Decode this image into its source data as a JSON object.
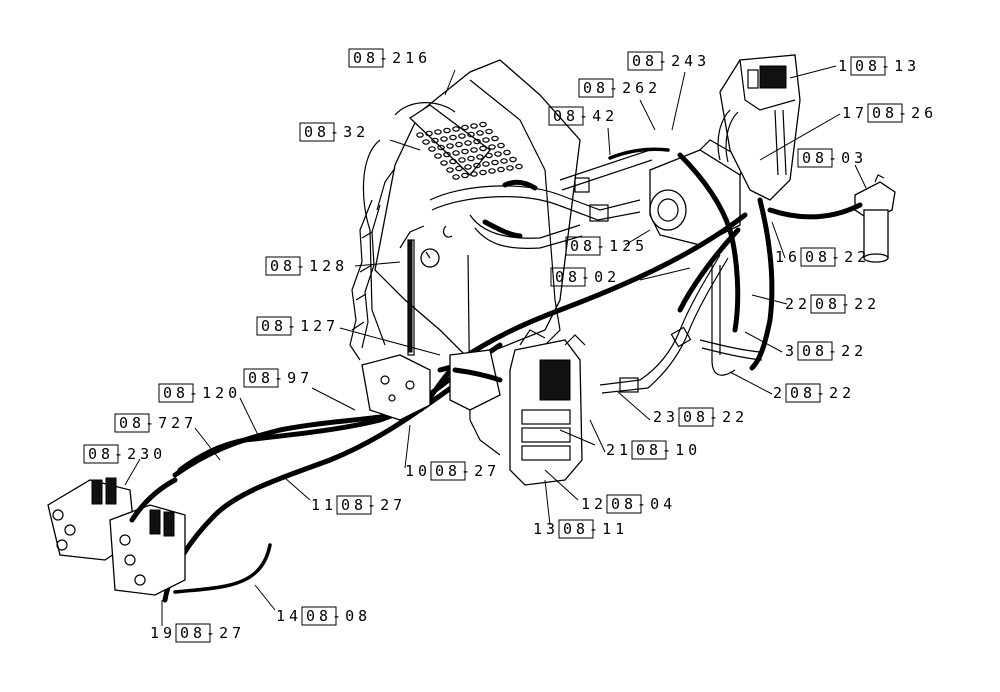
{
  "callouts": [
    {
      "id": "c1",
      "item": "",
      "ref": "08-216"
    },
    {
      "id": "c2",
      "item": "",
      "ref": "08-32"
    },
    {
      "id": "c3",
      "item": "",
      "ref": "08-243"
    },
    {
      "id": "c4",
      "item": "",
      "ref": "08-262"
    },
    {
      "id": "c5",
      "item": "",
      "ref": "08-42"
    },
    {
      "id": "c6",
      "item": "1",
      "ref": "08-13"
    },
    {
      "id": "c7",
      "item": "17",
      "ref": "08-26"
    },
    {
      "id": "c8",
      "item": "",
      "ref": "08-03"
    },
    {
      "id": "c9",
      "item": "",
      "ref": "08-125"
    },
    {
      "id": "c10",
      "item": "16",
      "ref": "08-22"
    },
    {
      "id": "c11",
      "item": "",
      "ref": "08-128"
    },
    {
      "id": "c12",
      "item": "",
      "ref": "08-02"
    },
    {
      "id": "c13",
      "item": "22",
      "ref": "08-22"
    },
    {
      "id": "c14",
      "item": "",
      "ref": "08-127"
    },
    {
      "id": "c15",
      "item": "3",
      "ref": "08-22"
    },
    {
      "id": "c16",
      "item": "",
      "ref": "08-97"
    },
    {
      "id": "c17",
      "item": "2",
      "ref": "08-22"
    },
    {
      "id": "c18",
      "item": "",
      "ref": "08-120"
    },
    {
      "id": "c19",
      "item": "23",
      "ref": "08-22"
    },
    {
      "id": "c20",
      "item": "",
      "ref": "08-727"
    },
    {
      "id": "c21",
      "item": "21",
      "ref": "08-10"
    },
    {
      "id": "c22",
      "item": "",
      "ref": "08-230"
    },
    {
      "id": "c23",
      "item": "10",
      "ref": "08-27"
    },
    {
      "id": "c24",
      "item": "11",
      "ref": "08-27"
    },
    {
      "id": "c25",
      "item": "12",
      "ref": "08-04"
    },
    {
      "id": "c26",
      "item": "13",
      "ref": "08-11"
    },
    {
      "id": "c27",
      "item": "14",
      "ref": "08-08"
    },
    {
      "id": "c28",
      "item": "19",
      "ref": "08-27"
    }
  ]
}
